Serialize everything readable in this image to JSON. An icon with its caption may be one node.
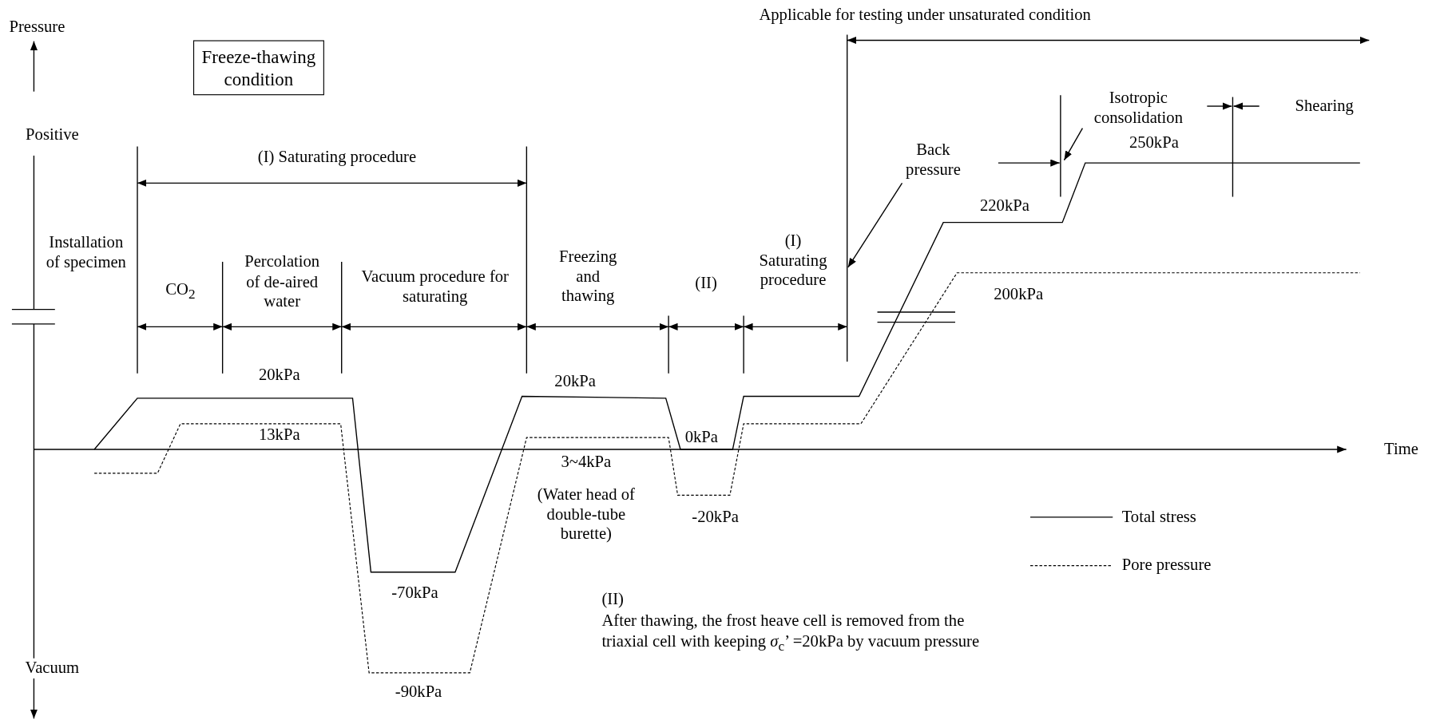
{
  "diagram": {
    "nodes": [
      {
        "text": [
          "Freeze-thawing condition"
        ]
      },
      {
        "text": [
          "Back pressure"
        ]
      },
      {
        "text": [],
        "shape": "bar"
      }
    ],
    "edges": [
      {
        "from": 1,
        "to": 2,
        "arrow": "to"
      }
    ],
    "labels": [
      "Pressure",
      "Applicable for testing under unsaturated condition",
      "Positive",
      "Isotropic consolidation",
      "Shearing",
      "250kPa",
      "(I) Saturating procedure",
      "220kPa",
      "Installation of specimen",
      "Percolation of de-aired water",
      "Vacuum procedure for saturating",
      "Freezing and thawing",
      "(II)",
      "(I) Saturating procedure",
      "CO$_{2}$",
      "200kPa",
      "20kPa",
      "20kPa",
      "13kPa",
      "0kPa",
      "Time",
      "3~4kPa",
      "(Water head of double-tube burette)",
      "-20kPa",
      "-70kPa",
      "(II)",
      "After thawing, the frost heave cell is removed from the triaxial cell with keeping *σ*$_{c}$’ =20kPa by vacuum pressure",
      "Vacuum",
      "-90kPa"
    ],
    "legend": [
      {
        "text": "Total stress"
      },
      {
        "text": "Pore pressure"
      }
    ]
  }
}
